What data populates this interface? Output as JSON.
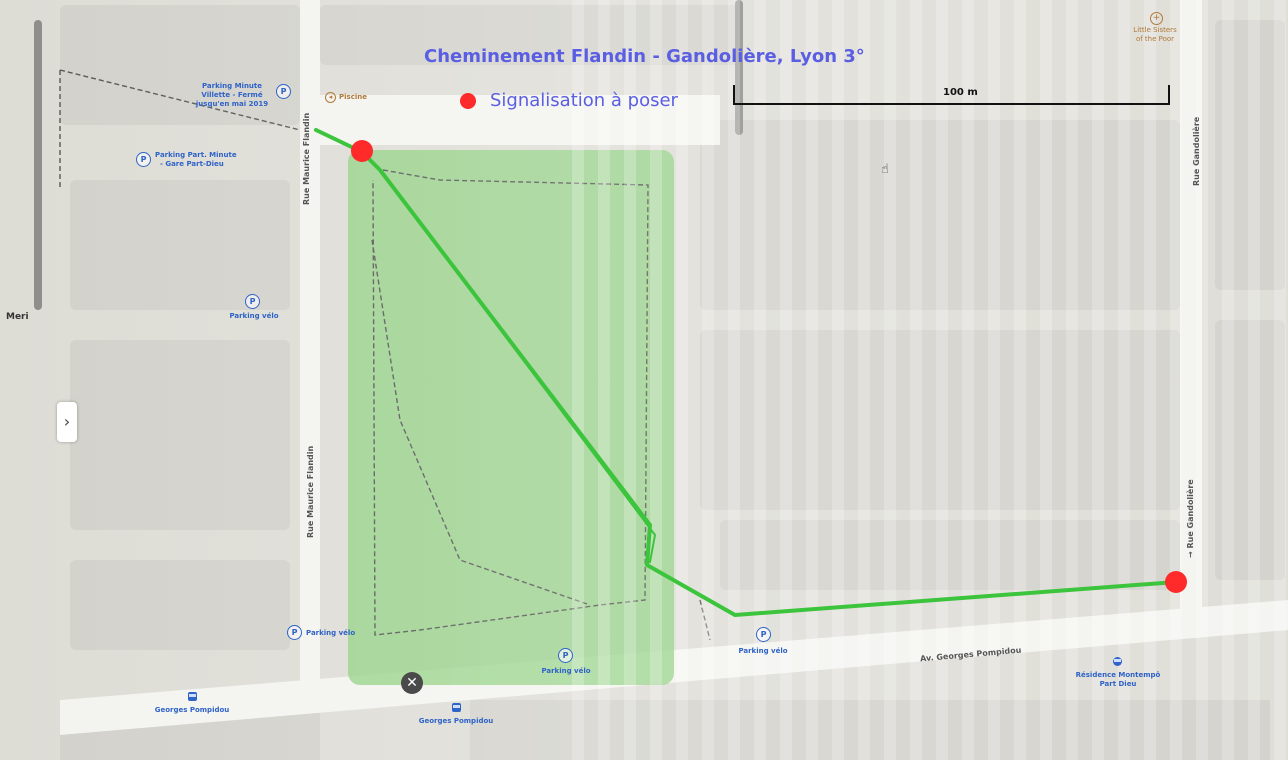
{
  "map": {
    "title": "Cheminement Flandin - Gandolière, Lyon 3°",
    "legend": {
      "label": "Signalisation à poser",
      "color": "#ff2a2a"
    },
    "scale_label": "100 m",
    "route_color": "#3cc43c",
    "park_color": "#8fd07e",
    "streets": {
      "rue_maurice_flandin": "Rue Maurice Flandin",
      "rue_gandoliere_top": "Rue Gandolière",
      "rue_gandoliere_bottom": "→ Rue Gandolière",
      "av_georges_pompidou": "Av. Georges Pompidou"
    },
    "pois": {
      "parking_minute_1": "Parking Minute",
      "parking_minute_2": "Villette - Fermé",
      "parking_minute_3": "jusqu'en mai 2019",
      "parking_part_1": "Parking Part. Minute",
      "parking_part_2": "- Gare Part-Dieu",
      "parking_velo_1": "Parking vélo",
      "parking_velo_2": "Parking vélo",
      "parking_velo_3": "Parking vélo",
      "parking_velo_4": "Parking vélo",
      "bus_stop_1": "Georges Pompidou",
      "bus_stop_2": "Georges Pompidou",
      "residence_1": "Résidence Montempô",
      "residence_2": "Part Dieu",
      "piscine": "Piscine",
      "little_sisters_1": "Little Sisters",
      "little_sisters_2": "of the Poor",
      "side_text": "Meri"
    },
    "icons": {
      "parking": "parking-icon",
      "bus": "bus-stop-icon",
      "expand": "chevron-right-icon",
      "close": "close-icon",
      "cursor": "hand-cursor-icon"
    },
    "expand_glyph": "›",
    "close_glyph": "✕",
    "parking_glyph": "P"
  }
}
